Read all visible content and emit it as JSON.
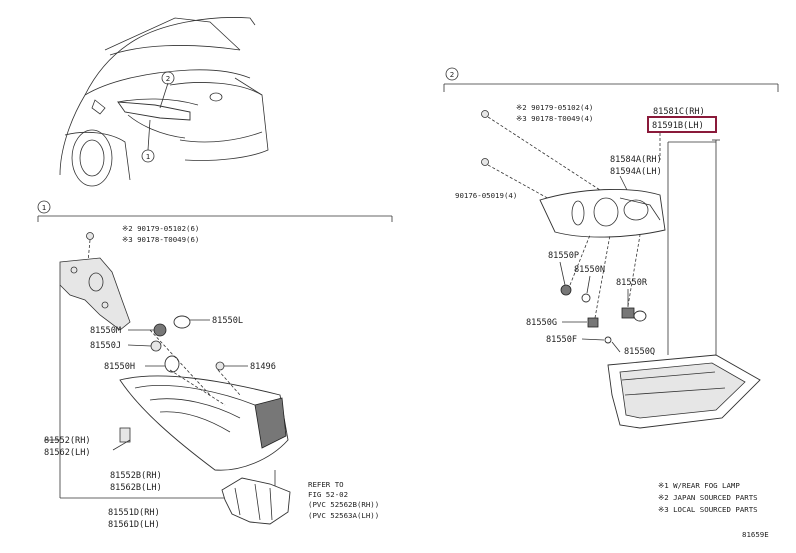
{
  "callouts": {
    "one": "1",
    "two": "2"
  },
  "section1": {
    "screw_a": "※2 90179-05102(6)",
    "screw_b": "※3 90178-T0049(6)",
    "p81550L": "81550L",
    "p81550M": "81550M",
    "p81550J": "81550J",
    "p81550H": "81550H",
    "p81496": "81496",
    "p81552": "81552(RH)",
    "p81562": "81562(LH)",
    "p81552B": "81552B(RH)",
    "p81562B": "81562B(LH)",
    "p81551D": "81551D(RH)",
    "p81561D": "81561D(LH)",
    "refer_1": "REFER TO",
    "refer_2": "FIG 52-02",
    "refer_3": "(PVC 52562B(RH))",
    "refer_4": "(PVC 52563A(LH))"
  },
  "section2": {
    "screw_a": "※2 90179-05102(4)",
    "screw_b": "※3 90178-T0049(4)",
    "p81581C": "81581C(RH)",
    "p81591B": "81591B(LH)",
    "p81584A": "81584A(RH)",
    "p81594A": "81594A(LH)",
    "p90176": "90176-05019(4)",
    "p81550P": "81550P",
    "p81550N": "81550N",
    "p81550R": "81550R",
    "p81550G": "81550G",
    "p81550F": "81550F",
    "p81550Q": "81550Q"
  },
  "legend": {
    "l1": "※1 W/REAR FOG LAMP",
    "l2": "※2 JAPAN SOURCED PARTS",
    "l3": "※3 LOCAL SOURCED PARTS"
  },
  "figure_id": "81659E",
  "colors": {
    "highlight": "#8a1a3a",
    "line": "#333333"
  }
}
